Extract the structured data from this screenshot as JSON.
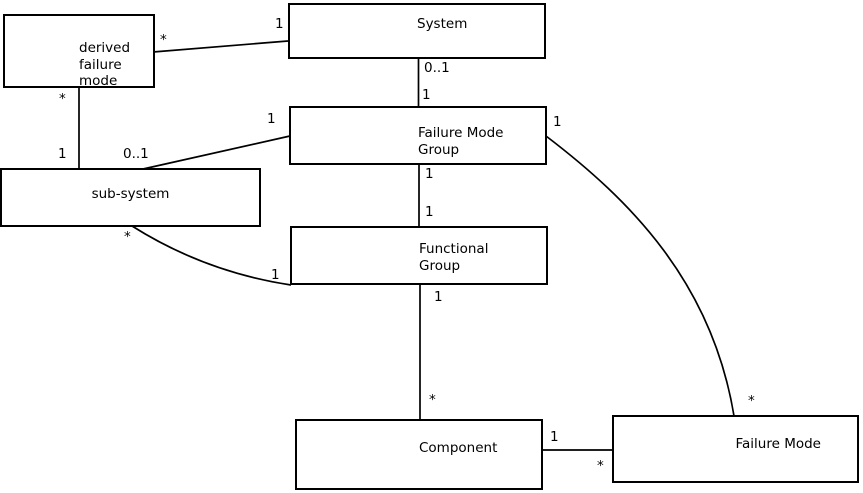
{
  "diagram": {
    "colors": {
      "background": "#ffffff",
      "line": "#000000",
      "text": "#000000"
    },
    "nodes": [
      {
        "id": "derived-failure-mode",
        "label": "derived\nfailure\nmode"
      },
      {
        "id": "system",
        "label": "System"
      },
      {
        "id": "failure-mode-group",
        "label": "Failure Mode\nGroup"
      },
      {
        "id": "sub-system",
        "label": "sub-system"
      },
      {
        "id": "functional-group",
        "label": "Functional\nGroup"
      },
      {
        "id": "component",
        "label": "Component"
      },
      {
        "id": "failure-mode",
        "label": "Failure Mode"
      }
    ],
    "connections": [
      {
        "from": "system",
        "to": "derived-failure-mode",
        "from_label": "1",
        "to_label": "*"
      },
      {
        "from": "derived-failure-mode",
        "to": "sub-system",
        "from_label": "*",
        "to_label": "1"
      },
      {
        "from": "system",
        "to": "failure-mode-group",
        "from_label": "0..1",
        "to_label": "1"
      },
      {
        "from": "sub-system",
        "to": "failure-mode-group",
        "from_label": "0..1",
        "to_label": "1"
      },
      {
        "from": "failure-mode-group",
        "to": "functional-group",
        "from_label": "1",
        "to_label": "1"
      },
      {
        "from": "sub-system",
        "to": "functional-group",
        "from_label": "*",
        "to_label": "1"
      },
      {
        "from": "functional-group",
        "to": "component",
        "from_label": "1",
        "to_label": "*"
      },
      {
        "from": "component",
        "to": "failure-mode",
        "from_label": "1",
        "to_label": "*"
      },
      {
        "from": "failure-mode-group",
        "to": "failure-mode",
        "from_label": "1",
        "to_label": "*"
      }
    ]
  }
}
